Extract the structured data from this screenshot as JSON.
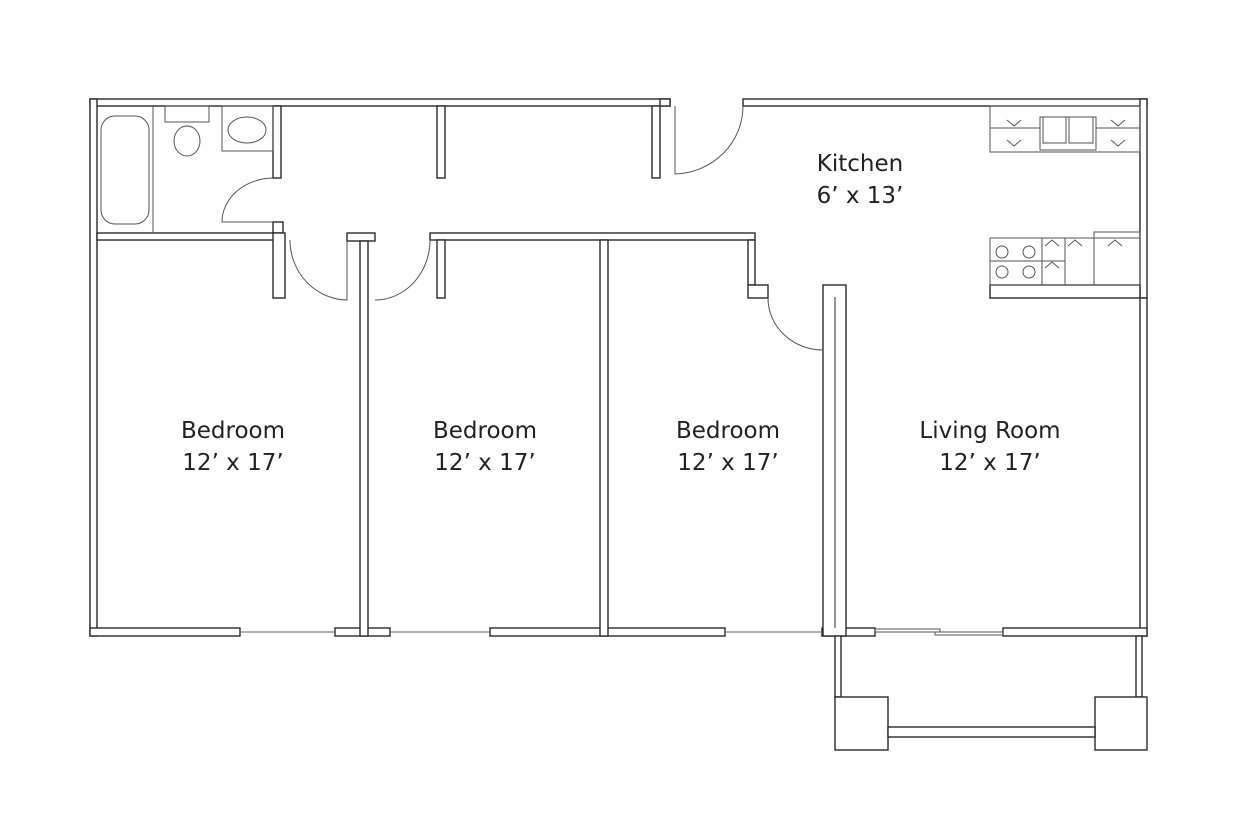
{
  "rooms": {
    "kitchen": {
      "name": "Kitchen",
      "size": "6’ x 13’"
    },
    "bedroom_1": {
      "name": "Bedroom",
      "size": "12’ x 17’"
    },
    "bedroom_2": {
      "name": "Bedroom",
      "size": "12’ x 17’"
    },
    "bedroom_3": {
      "name": "Bedroom",
      "size": "12’ x 17’"
    },
    "living_room": {
      "name": "Living Room",
      "size": "12’ x 17’"
    }
  }
}
